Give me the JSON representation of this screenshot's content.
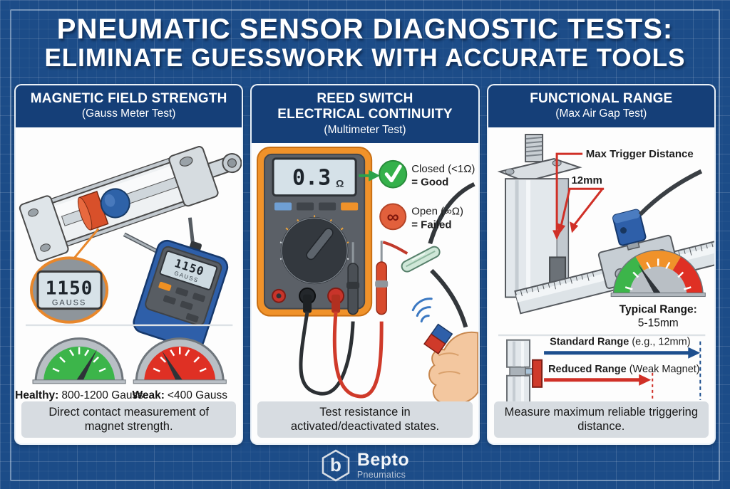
{
  "title": {
    "line1": "PNEUMATIC SENSOR DIAGNOSTIC TESTS:",
    "line2": "ELIMINATE GUESSWORK WITH ACCURATE TOOLS"
  },
  "panels": {
    "magnetic": {
      "title": "MAGNETIC FIELD STRENGTH",
      "subtitle": "(Gauss Meter Test)",
      "reading": {
        "value": "1150",
        "unit": "GAUSS"
      },
      "gauge_healthy": {
        "label": "Healthy:",
        "range": "800-1200 Gauss"
      },
      "gauge_weak": {
        "label": "Weak:",
        "range": "<400 Gauss"
      },
      "footer": "Direct contact measurement of magnet strength."
    },
    "reed": {
      "title_line1": "REED SWITCH",
      "title_line2": "ELECTRICAL CONTINUITY",
      "subtitle": "(Multimeter Test)",
      "display": {
        "value": "0.3",
        "unit": "Ω"
      },
      "closed": {
        "label": "Closed (<1Ω)",
        "result": "= Good"
      },
      "open": {
        "label": "Open (∞Ω)",
        "result": "= Failed"
      },
      "footer": "Test resistance in activated/deactivated states."
    },
    "range": {
      "title": "FUNCTIONAL RANGE",
      "subtitle": "(Max Air Gap Test)",
      "callout_distance": "Max Trigger Distance",
      "callout_value": "12mm",
      "gauge_label": "Typical Range:",
      "gauge_value": "5-15mm",
      "standard": {
        "label": "Standard Range",
        "note": "(e.g., 12mm)"
      },
      "reduced": {
        "label": "Reduced Range",
        "note": "(Weak Magnet)"
      },
      "footer": "Measure maximum reliable triggering distance."
    }
  },
  "logo": {
    "name": "Bepto",
    "tagline": "Pneumatics",
    "monogram": "b"
  },
  "colors": {
    "background": "#1c4c88",
    "panel_header": "#153f78",
    "healthy_green": "#3cb54a",
    "weak_red": "#df3024",
    "multimeter_orange": "#f0922a",
    "good_green": "#35b14b",
    "failed_orange_red": "#e2603c",
    "standard_blue": "#1d4f8e",
    "reduced_red": "#d03027",
    "callout_orange": "#e8872b"
  }
}
